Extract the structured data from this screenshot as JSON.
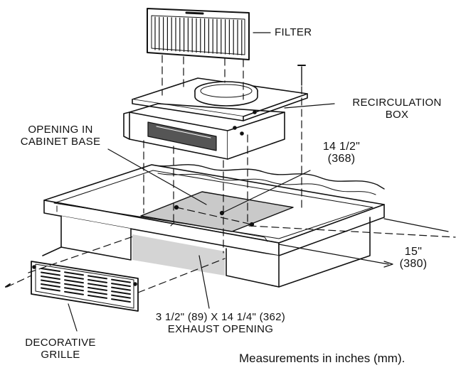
{
  "labels": {
    "filter": "FILTER",
    "recirculation_box": [
      "RECIRCULATION",
      "BOX"
    ],
    "opening_cabinet_base": [
      "OPENING IN",
      "CABINET BASE"
    ],
    "width_dim": [
      "14 1/2\"",
      "(368)"
    ],
    "depth_dim": [
      "15\"",
      "(380)"
    ],
    "exhaust_opening": [
      "3 1/2\" (89) X 14 1/4\" (362)",
      "EXHAUST OPENING"
    ],
    "decorative_grille": [
      "DECORATIVE",
      "GRILLE"
    ],
    "measurements_note": "Measurements in inches (mm)."
  }
}
